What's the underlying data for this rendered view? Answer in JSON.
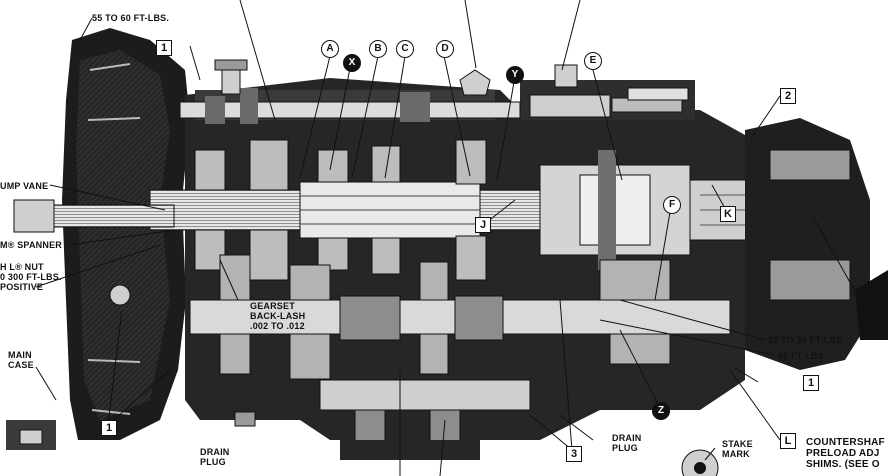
{
  "labels": {
    "torque_55_60": "55 TO 60 FT-LBS.",
    "pump_vane": "UMP VANE",
    "spanner": "M® SPANNER",
    "nut_line1": "H L® NUT",
    "nut_line2": "0 300 FT-LBS.",
    "nut_line3": "POSITIVE",
    "main_case_line1": "MAIN",
    "main_case_line2": "CASE",
    "gearset_line1": "GEARSET",
    "gearset_line2": "BACK-LASH",
    "gearset_line3": ".002 TO .012",
    "drain_plug_left_line1": "DRAIN",
    "drain_plug_left_line2": "PLUG",
    "drain_plug_right_line1": "DRAIN",
    "drain_plug_right_line2": "PLUG",
    "stake_mark_line1": "STAKE",
    "stake_mark_line2": "MARK",
    "torque_30_35": "30 TO 35 FT-LBS.",
    "torque_50": "50 FT LBS.",
    "countershaft_line1": "COUNTERSHAF",
    "countershaft_line2": "PRELOAD ADJ",
    "countershaft_line3": "SHIMS. (SEE O"
  },
  "callouts": {
    "box_1_top": "1",
    "box_1_bottom_left": "1",
    "box_1_right": "1",
    "box_2": "2",
    "box_3": "3",
    "box_J": "J",
    "box_K": "K",
    "box_L": "L",
    "circle_A": "A",
    "circle_B": "B",
    "circle_C": "C",
    "circle_D": "D",
    "circle_E": "E",
    "circle_F": "F",
    "circle_X": "X",
    "circle_Y": "Y",
    "circle_Z": "Z"
  },
  "colors": {
    "ink": "#111111",
    "paper": "#ffffff",
    "metal_light": "#d9d9d9",
    "metal_mid": "#9a9a9a",
    "metal_dark": "#3a3a3a"
  }
}
